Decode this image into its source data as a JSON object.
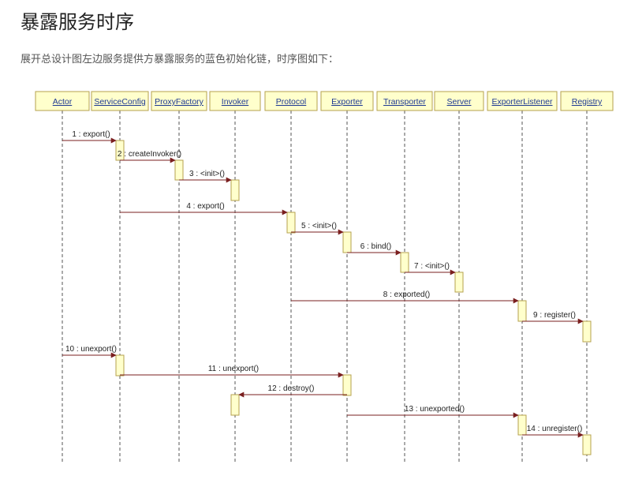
{
  "page": {
    "title": "暴露服务时序",
    "subtitle": "展开总设计图左边服务提供方暴露服务的蓝色初始化链，时序图如下："
  },
  "diagram": {
    "participants": [
      {
        "id": "actor",
        "label": "Actor"
      },
      {
        "id": "serviceconfig",
        "label": "ServiceConfig"
      },
      {
        "id": "proxyfactory",
        "label": "ProxyFactory"
      },
      {
        "id": "invoker",
        "label": "Invoker"
      },
      {
        "id": "protocol",
        "label": "Protocol"
      },
      {
        "id": "exporter",
        "label": "Exporter"
      },
      {
        "id": "transporter",
        "label": "Transporter"
      },
      {
        "id": "server",
        "label": "Server"
      },
      {
        "id": "exporterlistener",
        "label": "ExporterListener"
      },
      {
        "id": "registry",
        "label": "Registry"
      }
    ],
    "messages": [
      {
        "from": "actor",
        "to": "serviceconfig",
        "label": "1 : export()"
      },
      {
        "from": "serviceconfig",
        "to": "proxyfactory",
        "label": "2 : createInvoker()"
      },
      {
        "from": "proxyfactory",
        "to": "invoker",
        "label": "3 : <init>()"
      },
      {
        "from": "serviceconfig",
        "to": "protocol",
        "label": "4 : export()"
      },
      {
        "from": "protocol",
        "to": "exporter",
        "label": "5 : <init>()"
      },
      {
        "from": "exporter",
        "to": "transporter",
        "label": "6 : bind()"
      },
      {
        "from": "transporter",
        "to": "server",
        "label": "7 : <init>()"
      },
      {
        "from": "protocol",
        "to": "exporterlistener",
        "label": "8 : exported()"
      },
      {
        "from": "exporterlistener",
        "to": "registry",
        "label": "9 : register()"
      },
      {
        "from": "actor",
        "to": "serviceconfig",
        "label": "10 : unexport()"
      },
      {
        "from": "serviceconfig",
        "to": "exporter",
        "label": "11 : unexport()"
      },
      {
        "from": "exporter",
        "to": "invoker",
        "label": "12 : destroy()"
      },
      {
        "from": "exporter",
        "to": "exporterlistener",
        "label": "13 : unexported()"
      },
      {
        "from": "exporterlistener",
        "to": "registry",
        "label": "14 : unregister()"
      }
    ],
    "colors": {
      "header_fill": "#ffffcc",
      "header_stroke": "#b5a14e",
      "activation_fill": "#ffffcc",
      "activation_stroke": "#b5a14e",
      "arrow": "#7a1f1f",
      "lifeline": "#555555",
      "label_text": "#1f3a93"
    }
  }
}
